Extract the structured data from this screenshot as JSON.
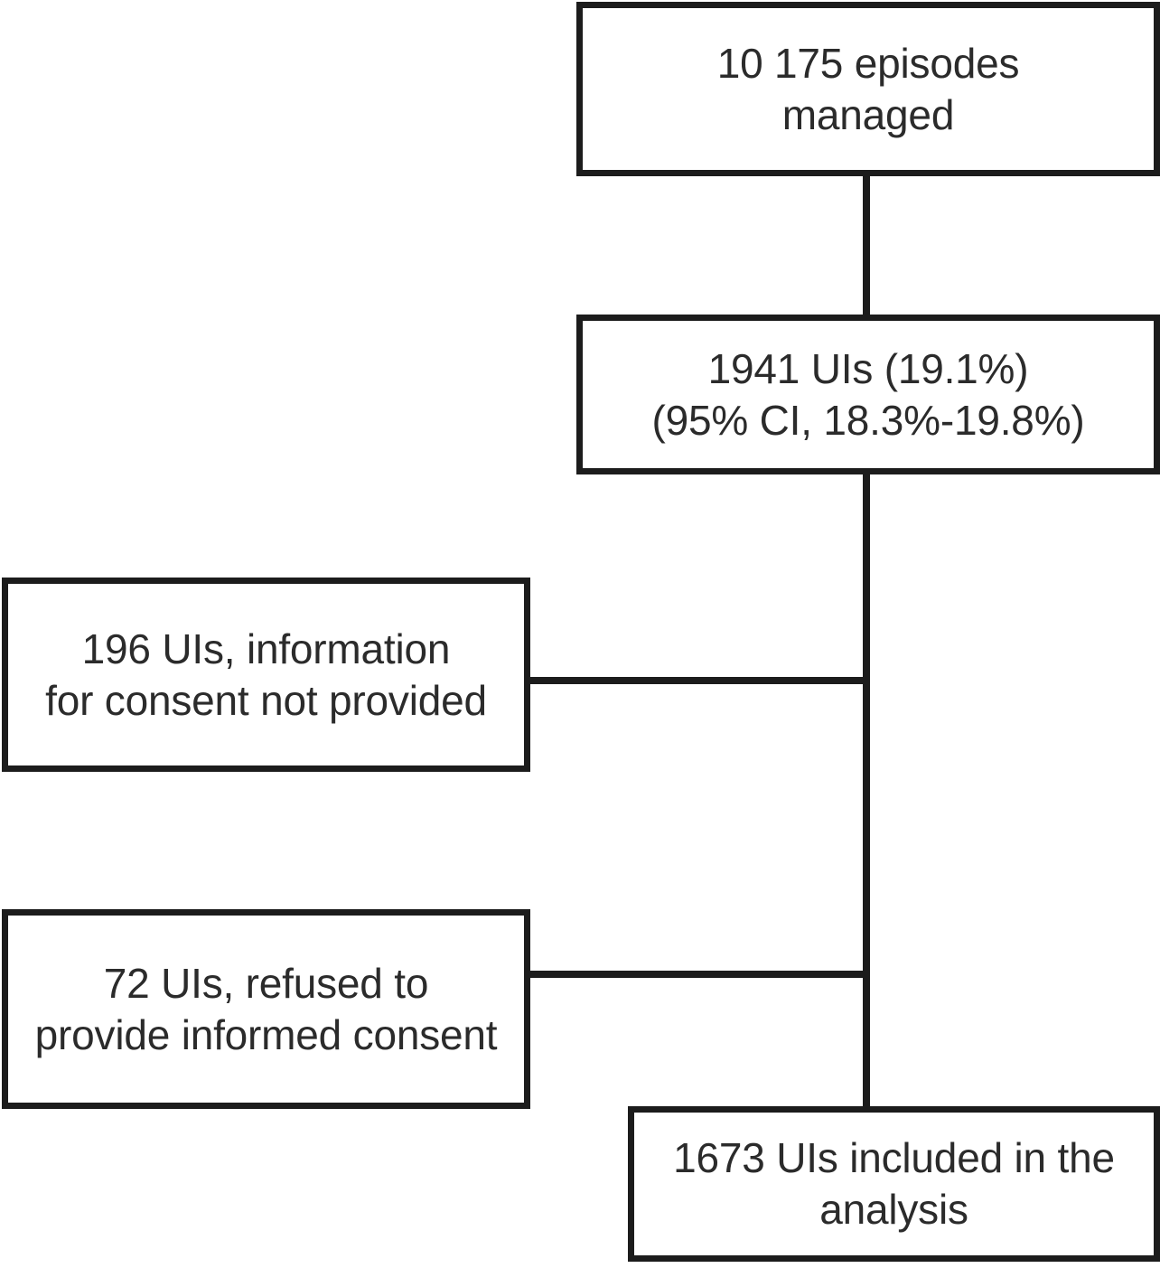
{
  "figure": {
    "type": "flowchart",
    "orientation": "top-to-bottom",
    "background_color": "#ffffff",
    "stroke_color": "#1c1c1c",
    "text_color": "#2b2b2b"
  },
  "nodes": {
    "episodes_managed": {
      "id": "node-top",
      "text": "10 175 episodes\nmanaged",
      "count": "10 175",
      "unit": "episodes",
      "role": "source-population"
    },
    "uis_identified": {
      "id": "node-ui",
      "text": "1941 UIs (19.1%)\n(95% CI, 18.3%-19.8%)",
      "count": "1941",
      "unit": "UIs",
      "percent": "19.1%",
      "ci_label": "95% CI",
      "ci_range": "18.3%-19.8%",
      "role": "identified"
    },
    "no_information": {
      "id": "node-noinfo",
      "text": "196 UIs, information\nfor consent not provided",
      "count": "196",
      "unit": "UIs",
      "reason": "information for consent not provided",
      "role": "exclusion"
    },
    "refused_consent": {
      "id": "node-refused",
      "text": "72 UIs, refused to\nprovide informed consent",
      "count": "72",
      "unit": "UIs",
      "reason": "refused to provide informed consent",
      "role": "exclusion"
    },
    "included": {
      "id": "node-included",
      "text": "1673 UIs included in the\nanalysis",
      "count": "1673",
      "unit": "UIs",
      "role": "analysed"
    }
  },
  "connectors": [
    {
      "id": "conn-top-ui",
      "from": "episodes_managed",
      "to": "uis_identified",
      "direction": "vertical"
    },
    {
      "id": "conn-ui-bottom",
      "from": "uis_identified",
      "to": "included",
      "direction": "vertical"
    },
    {
      "id": "conn-noinfo",
      "from": "uis_identified",
      "to": "no_information",
      "direction": "horizontal"
    },
    {
      "id": "conn-refused",
      "from": "uis_identified",
      "to": "refused_consent",
      "direction": "horizontal"
    }
  ]
}
